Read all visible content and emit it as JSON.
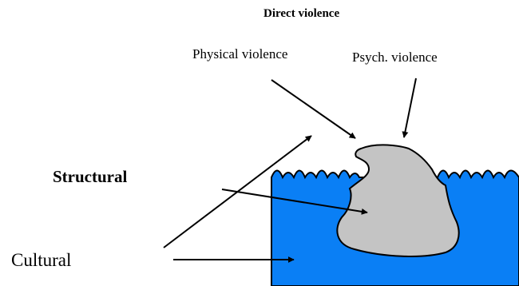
{
  "diagram": {
    "labels": {
      "direct_violence": "Direct violence",
      "physical_violence": "Physical violence",
      "psych_violence": "Psych. violence",
      "structural": "Structural",
      "cultural": "Cultural"
    },
    "colors": {
      "water": "#0a7ff5",
      "iceberg": "#c4c4c4",
      "outline": "#000000",
      "text": "#000000"
    }
  }
}
